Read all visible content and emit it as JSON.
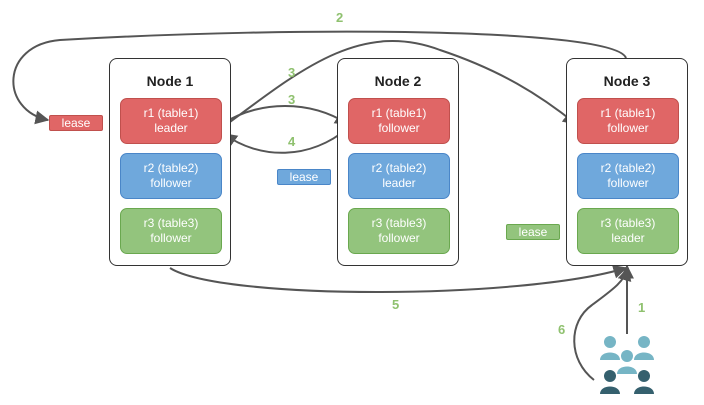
{
  "colors": {
    "leader_fill": "#e06666",
    "leader_border": "#c0504d",
    "follower_blue_fill": "#6fa8dc",
    "follower_blue_border": "#4a86c8",
    "follower_green_fill": "#93c47d",
    "follower_green_border": "#6aa84f",
    "arrow": "#555555",
    "step_label": "#8fc16f",
    "client_light": "#76b5c5",
    "client_dark": "#35606e"
  },
  "nodes": [
    {
      "title": "Node 1",
      "replicas": [
        {
          "range": "r1 (table1)",
          "role": "leader",
          "color": "red"
        },
        {
          "range": "r2 (table2)",
          "role": "follower",
          "color": "blue"
        },
        {
          "range": "r3 (table3)",
          "role": "follower",
          "color": "green"
        }
      ]
    },
    {
      "title": "Node 2",
      "replicas": [
        {
          "range": "r1 (table1)",
          "role": "follower",
          "color": "red"
        },
        {
          "range": "r2 (table2)",
          "role": "leader",
          "color": "blue"
        },
        {
          "range": "r3 (table3)",
          "role": "follower",
          "color": "green"
        }
      ]
    },
    {
      "title": "Node 3",
      "replicas": [
        {
          "range": "r1 (table1)",
          "role": "follower",
          "color": "red"
        },
        {
          "range": "r2 (table2)",
          "role": "follower",
          "color": "blue"
        },
        {
          "range": "r3 (table3)",
          "role": "leader",
          "color": "green"
        }
      ]
    }
  ],
  "leases": [
    {
      "label": "lease",
      "color": "red"
    },
    {
      "label": "lease",
      "color": "blue"
    },
    {
      "label": "lease",
      "color": "green"
    }
  ],
  "steps": [
    "1",
    "2",
    "3",
    "3",
    "4",
    "5",
    "6"
  ],
  "icons": {
    "clients": "users-group-icon"
  }
}
